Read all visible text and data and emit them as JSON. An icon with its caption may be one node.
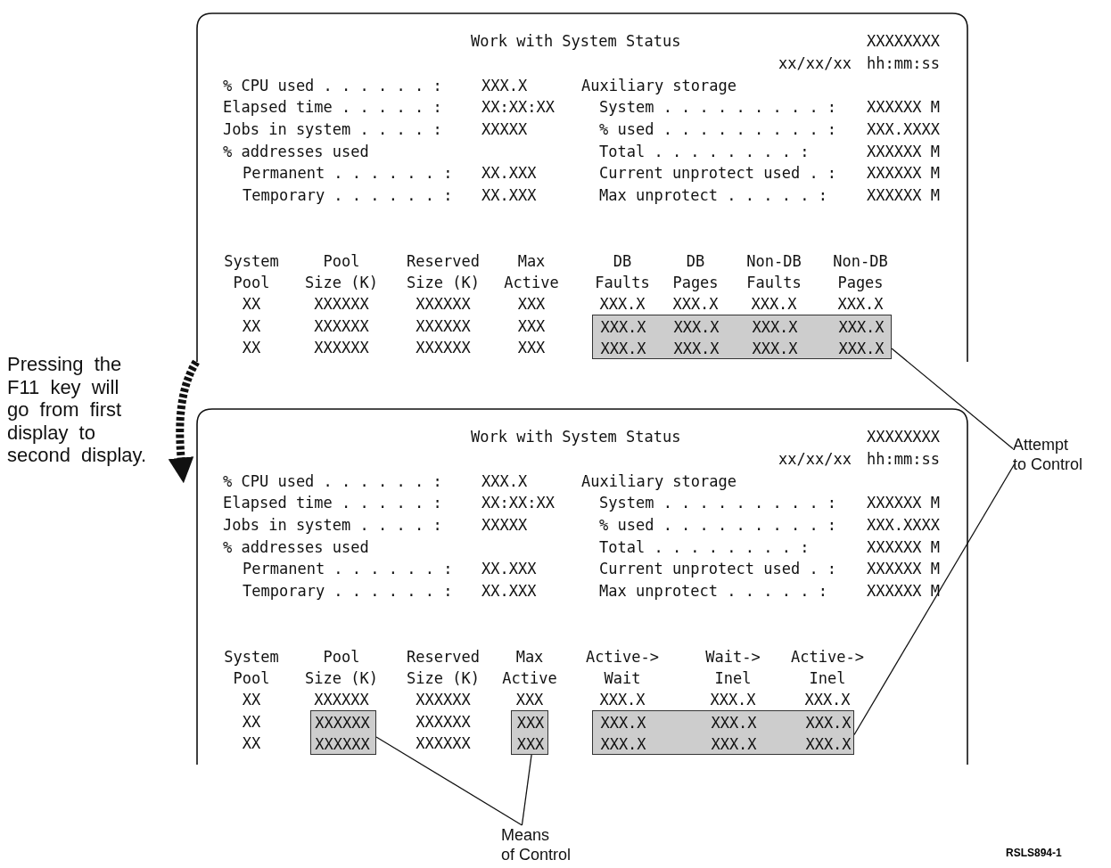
{
  "diagram": {
    "nodes": [
      {
        "text": [
          "Work with System Status",
          "XXXXXXXX",
          "xx/xx/xx",
          "hh:mm:ss",
          "% CPU used . . . . . . :",
          "XXX.X",
          "Auxiliary storage",
          "Elapsed time . . . . . :",
          "XX:XX:XX",
          "System . . . . . . . . . :",
          "XXXXXX M",
          "Jobs in system . . . . :",
          "XXXXX",
          "% used . . . . . . . . . :",
          "XXX.XXXX",
          "% addresses used",
          "Total . . . . . . . . :",
          "XXXXXX M",
          "Permanent . . . . . . :",
          "XX.XXX",
          "Current unprotect used . :",
          "XXXXXX M",
          "Temporary . . . . . . :",
          "XX.XXX",
          "Max unprotect . . . . . :",
          "XXXXXX M",
          "System Pool",
          "Pool Size (K)",
          "Reserved Size (K)",
          "Max Active",
          "DB Faults",
          "DB Pages",
          "Non-DB Faults",
          "Non-DB Pages",
          "XX",
          "XXXXXX",
          "XXXXXX",
          "XXX",
          "XXX.X",
          "XXX.X",
          "XXX.X",
          "XXX.X",
          "XX",
          "XXXXXX",
          "XXXXXX",
          "XXX",
          "XX",
          "XXXXXX",
          "XXXXXX",
          "XXX"
        ]
      },
      {
        "text": [
          "XXX.X",
          "XXX.X",
          "XXX.X",
          "XXX.X",
          "XXX.X",
          "XXX.X",
          "XXX.X",
          "XXX.X"
        ],
        "in": 0
      },
      {
        "text": [
          "Work with System Status",
          "XXXXXXXX",
          "xx/xx/xx",
          "hh:mm:ss",
          "% CPU used . . . . . . :",
          "XXX.X",
          "Auxiliary storage",
          "Elapsed time . . . . . :",
          "XX:XX:XX",
          "System . . . . . . . . . :",
          "XXXXXX M",
          "Jobs in system . . . . :",
          "XXXXX",
          "% used . . . . . . . . . :",
          "XXX.XXXX",
          "% addresses used",
          "Total . . . . . . . . :",
          "XXXXXX M",
          "Permanent . . . . . . :",
          "XX.XXX",
          "Current unprotect used . :",
          "XXXXXX M",
          "Temporary . . . . . . :",
          "XX.XXX",
          "Max unprotect . . . . . :",
          "XXXXXX M",
          "System Pool",
          "Pool Size (K)",
          "Reserved Size (K)",
          "Max Active",
          "Active-> Wait",
          "Wait-> Inel",
          "Active-> Inel",
          "XX",
          "XXXXXX",
          "XXXXXX",
          "XXX",
          "XXX.X",
          "XXX.X",
          "XXX.X",
          "XX",
          "XXXXXX",
          "XX",
          "XXXXXX"
        ]
      },
      {
        "text": [
          "XXXXXX",
          "XXXXXX"
        ],
        "in": 2
      },
      {
        "text": [
          "XXX",
          "XXX"
        ],
        "in": 2
      },
      {
        "text": [
          "XXX.X",
          "XXX.X",
          "XXX.X",
          "XXX.X",
          "XXX.X",
          "XXX.X"
        ],
        "in": 2
      },
      {
        "text": [
          "Attempt to Control"
        ]
      },
      {
        "text": [
          "Means of Control"
        ]
      }
    ],
    "edges": [
      {
        "from": 0,
        "to": 2,
        "arrow": "to",
        "style": "dashed",
        "label": "Pressing the F11 key will go from first display to second display."
      },
      {
        "from": 6,
        "to": 1,
        "arrow": "none"
      },
      {
        "from": 6,
        "to": 5,
        "arrow": "none"
      },
      {
        "from": 7,
        "to": 3,
        "arrow": "none"
      },
      {
        "from": 7,
        "to": 4,
        "arrow": "none"
      }
    ],
    "labels": [
      "RSLS894-1"
    ]
  }
}
